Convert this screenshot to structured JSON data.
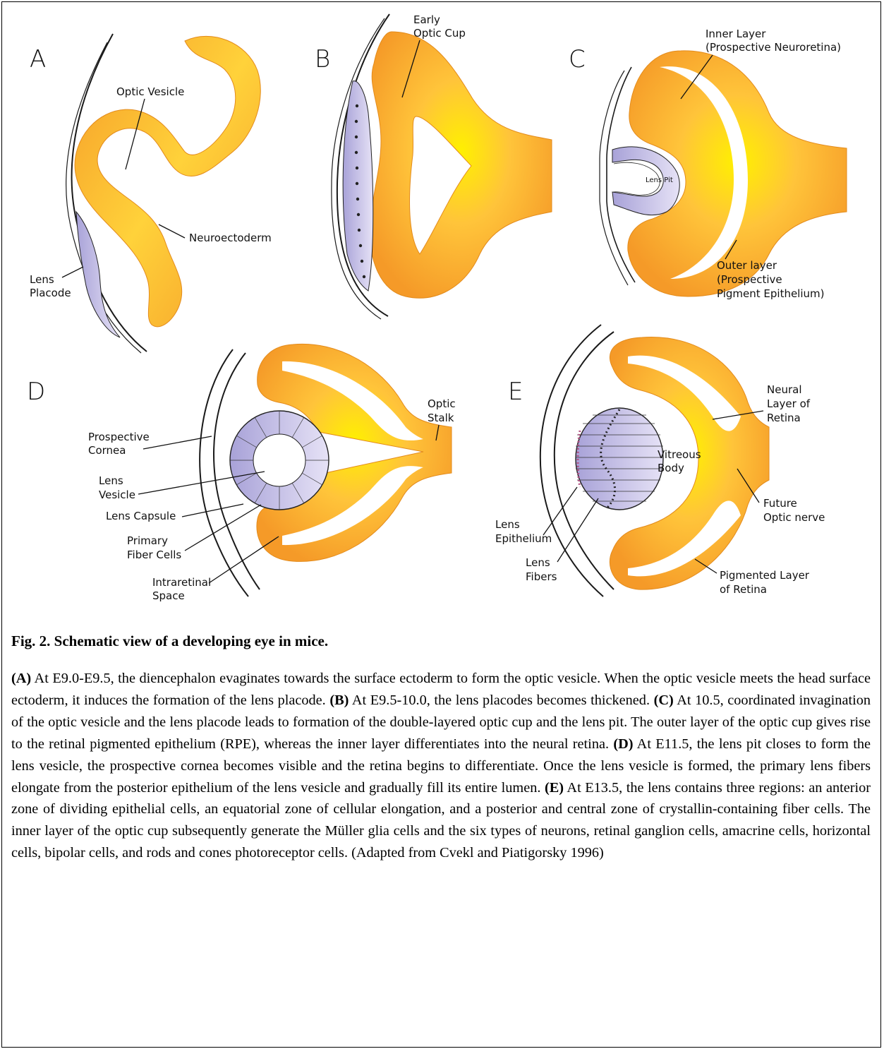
{
  "figure": {
    "panels": {
      "A": {
        "letter": "A",
        "labels": {
          "optic_vesicle": "Optic Vesicle",
          "neuroectoderm": "Neuroectoderm",
          "lens_placode_1": "Lens",
          "lens_placode_2": "Placode"
        }
      },
      "B": {
        "letter": "B",
        "labels": {
          "early_1": "Early",
          "early_2": "Optic Cup"
        }
      },
      "C": {
        "letter": "C",
        "labels": {
          "inner_1": "Inner Layer",
          "inner_2": "(Prospective Neuroretina)",
          "lens_pit": "Lens Pit",
          "outer_1": "Outer layer",
          "outer_2": "(Prospective",
          "outer_3": "Pigment Epithelium)"
        }
      },
      "D": {
        "letter": "D",
        "labels": {
          "optic_1": "Optic",
          "optic_2": "Stalk",
          "cornea_1": "Prospective",
          "cornea_2": "Cornea",
          "vesicle_1": "Lens",
          "vesicle_2": "Vesicle",
          "capsule": "Lens Capsule",
          "fiber_1": "Primary",
          "fiber_2": "Fiber Cells",
          "intra_1": "Intraretinal",
          "intra_2": "Space"
        }
      },
      "E": {
        "letter": "E",
        "labels": {
          "neural_1": "Neural",
          "neural_2": "Layer of",
          "neural_3": "Retina",
          "vitreous_1": "Vitreous",
          "vitreous_2": "Body",
          "future_1": "Future",
          "future_2": "Optic nerve",
          "epi_1": "Lens",
          "epi_2": "Epithelium",
          "fib_1": "Lens",
          "fib_2": "Fibers",
          "pig_1": "Pigmented Layer",
          "pig_2": "of Retina"
        }
      }
    },
    "colors": {
      "tissue": "#f7a22e",
      "tissue_highlight": "#fff000",
      "lens_cells": "#c8c4e8",
      "line": "#1a1a1a"
    }
  },
  "caption": {
    "title": "Fig. 2. Schematic view of a developing eye in mice.",
    "segments": [
      {
        "bold": "(A)",
        "text": " At E9.0-E9.5, the diencephalon evaginates towards the surface ectoderm to form the optic vesicle. When the optic vesicle meets the head surface ectoderm, it induces the formation of the lens placode. "
      },
      {
        "bold": "(B)",
        "text": " At E9.5-10.0, the lens placodes becomes thickened. "
      },
      {
        "bold": "(C)",
        "text": " At 10.5, coordinated invagination of the optic vesicle and the lens placode leads to formation of the double-layered optic cup and the lens pit. The outer layer of the optic cup gives rise to the retinal pigmented epithelium (RPE), whereas the inner layer differentiates into the neural retina. "
      },
      {
        "bold": "(D)",
        "text": " At E11.5, the lens pit closes to form the lens vesicle, the prospective cornea becomes visible and the retina begins to differentiate. Once the lens vesicle is formed, the primary lens fibers elongate from the posterior epithelium of the lens vesicle and gradually fill its entire lumen. "
      },
      {
        "bold": "(E)",
        "text": " At E13.5, the lens contains three regions: an anterior zone of dividing epithelial cells, an equatorial zone of cellular elongation, and a posterior and central zone of crystallin-containing fiber cells. The inner layer of the optic cup subsequently generate the Müller glia cells and the six types of neurons, retinal ganglion cells, amacrine cells, horizontal cells, bipolar cells, and rods and cones photoreceptor cells. (Adapted from Cvekl and Piatigorsky 1996)"
      }
    ]
  }
}
